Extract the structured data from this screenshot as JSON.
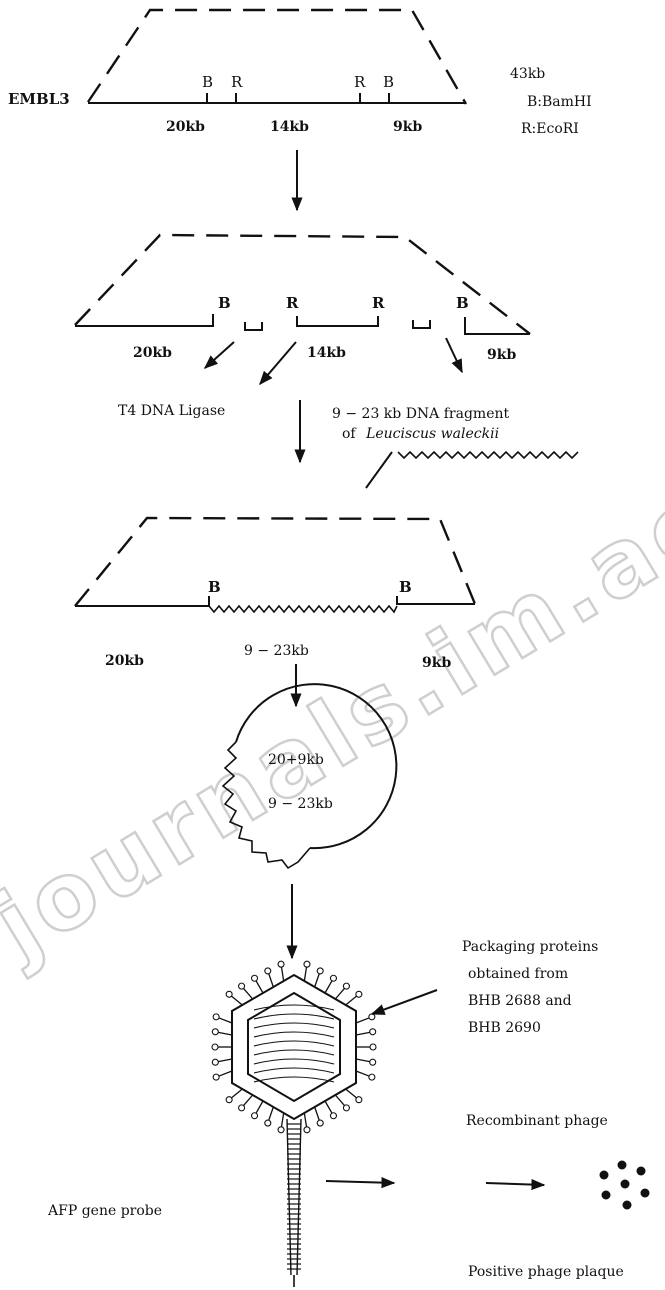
{
  "step1": {
    "vector": "EMBL3",
    "site_b1": "B",
    "site_r1": "R",
    "site_r2": "R",
    "site_b2": "B",
    "size_left": "20kb",
    "size_mid": "14kb",
    "size_right": "9kb",
    "total": "43kb",
    "legend_b": "B:BamHI",
    "legend_r": "R:EcoRI"
  },
  "step2": {
    "site_b1": "B",
    "site_r1": "R",
    "site_r2": "R",
    "site_b2": "B",
    "size_left": "20kb",
    "size_mid": "14kb",
    "size_right": "9kb",
    "ligase": "T4 DNA Ligase",
    "fragment_line1": "9 − 23 kb DNA fragment",
    "fragment_of": "of",
    "fragment_species": "Leuciscus waleckii"
  },
  "step3": {
    "site_b1": "B",
    "site_b2": "B",
    "size_left": "20kb",
    "size_mid": "9 − 23kb",
    "size_right": "9kb"
  },
  "circle": {
    "line1": "20+9kb",
    "line2": "9 − 23kb"
  },
  "packaging": {
    "line1": "Packaging proteins",
    "line2": "obtained from",
    "line3": "BHB 2688 and",
    "line4": "BHB 2690"
  },
  "result": {
    "recombinant": "Recombinant phage",
    "probe": "AFP gene probe",
    "plaque": "Positive phage plaque"
  },
  "watermark": "journals.im.ac.cn"
}
